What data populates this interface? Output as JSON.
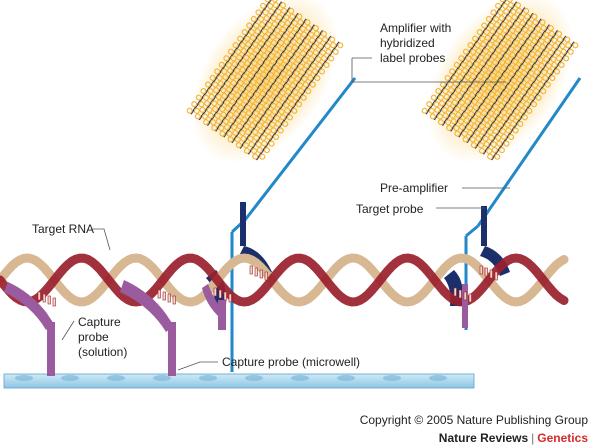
{
  "labels": {
    "amplifier_line1": "Amplifier with",
    "amplifier_line2": "hybridized",
    "amplifier_line3": "label probes",
    "pre_amplifier": "Pre-amplifier",
    "target_probe": "Target probe",
    "target_rna": "Target RNA",
    "capture_probe_solution_line1": "Capture",
    "capture_probe_solution_line2": "probe",
    "capture_probe_solution_line3": "(solution)",
    "capture_probe_microwell": "Capture probe (microwell)"
  },
  "footer": {
    "copyright": "Copyright © 2005 Nature Publishing Group",
    "journal": "Nature Reviews",
    "separator": "|",
    "section": "Genetics"
  },
  "colors": {
    "rna_tan": "#d8b892",
    "rna_red": "#9a1f2e",
    "amplifier_glow": "#f9c765",
    "amplifier_bead": "#f4b63a",
    "amplifier_strand": "#2c3a5a",
    "pre_amplifier_blue": "#2288c8",
    "target_probe_navy": "#1b2f6a",
    "capture_probe_purple": "#9a5c9e",
    "microwell_blue": "#a8d6ee",
    "genetics_red": "#d52b2b"
  }
}
